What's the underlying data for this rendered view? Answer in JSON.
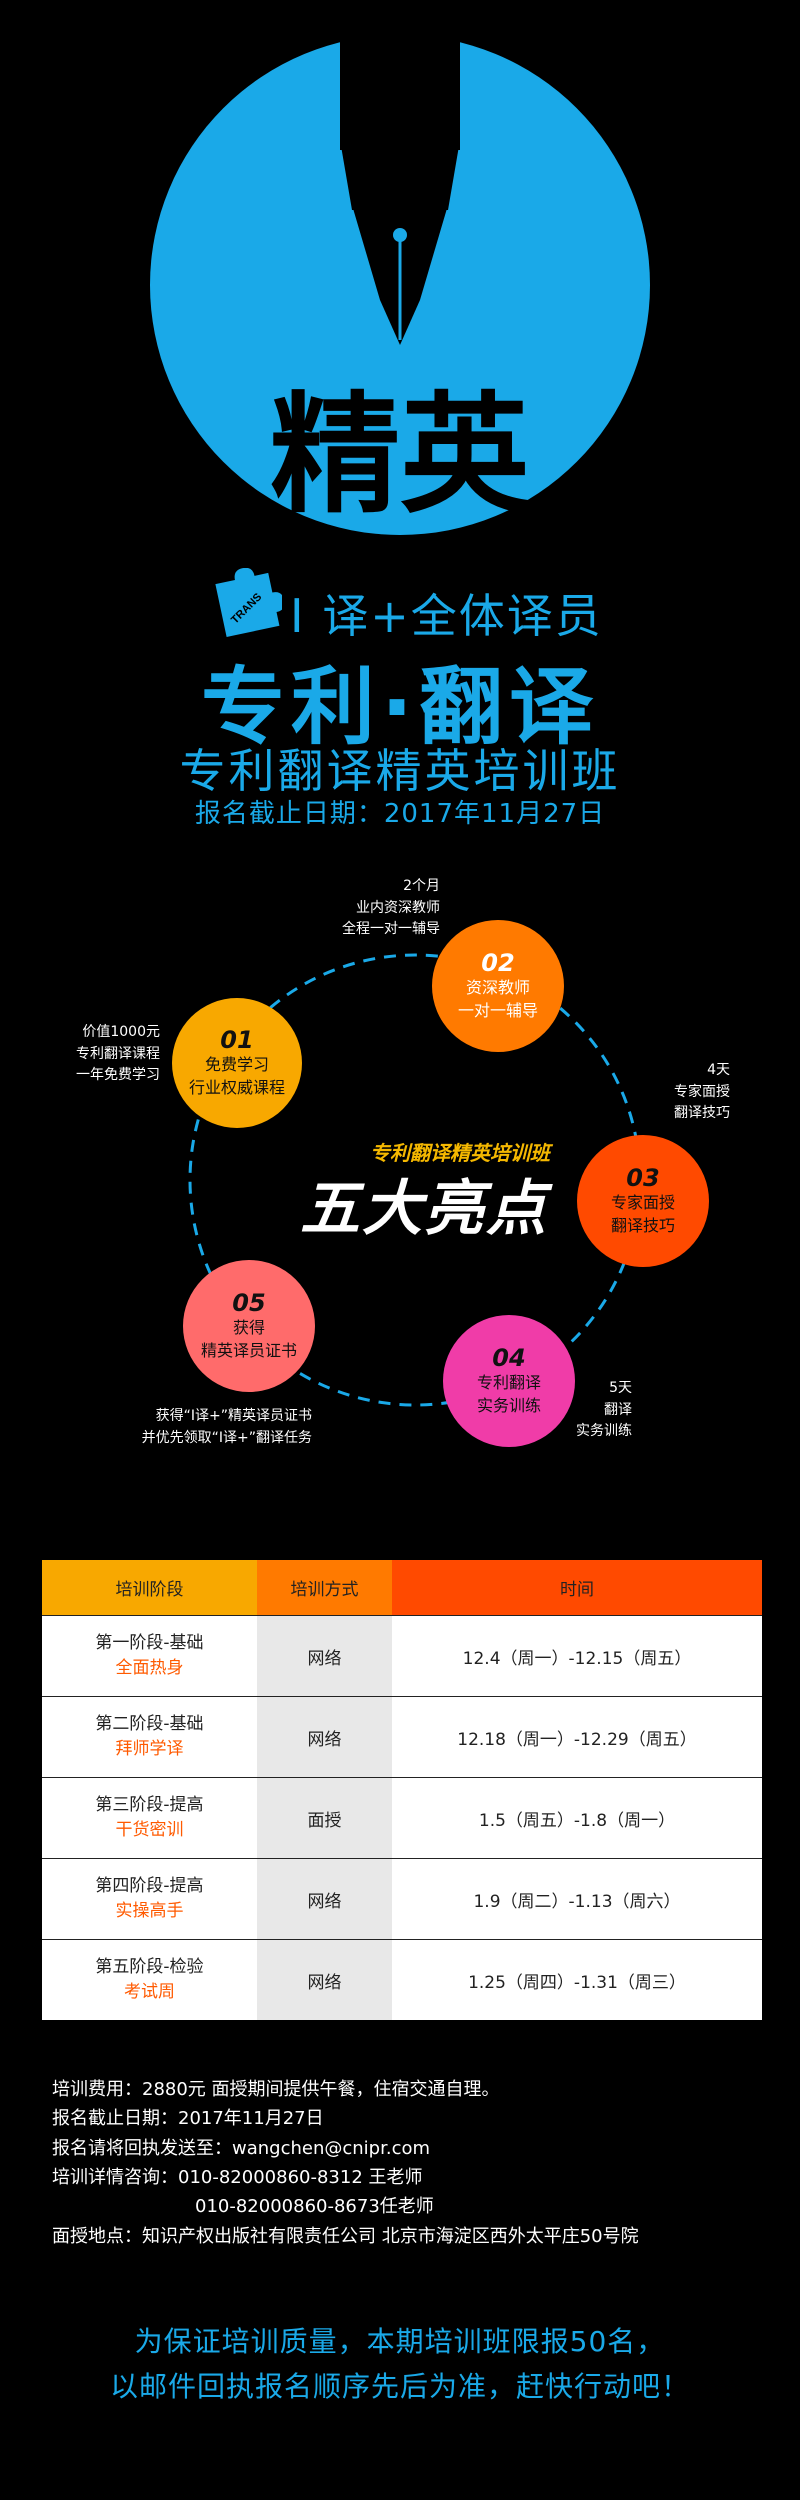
{
  "hero": {
    "circle_color": "#1aa9e8",
    "title_calligraphy": "精英"
  },
  "logo": {
    "puzzle_label": "TRANS",
    "line1": "I 译+全体译员",
    "line2": "专利·翻译",
    "line3": "专利翻译精英培训班",
    "line4": "报名截止日期：2017年11月27日",
    "color": "#1aa9e8"
  },
  "highlights": {
    "center_sub": "专利翻译精英培训班",
    "center_main": "五大亮点",
    "items": [
      {
        "num": "01",
        "text1": "免费学习",
        "text2": "行业权威课程",
        "color": "#f8a800",
        "note": [
          "价值1000元",
          "专利翻译课程",
          "一年免费学习"
        ]
      },
      {
        "num": "02",
        "text1": "资深教师",
        "text2": "一对一辅导",
        "color": "#ff7a00",
        "note": [
          "2个月",
          "业内资深教师",
          "全程一对一辅导"
        ]
      },
      {
        "num": "03",
        "text1": "专家面授",
        "text2": "翻译技巧",
        "color": "#ff4a00",
        "note": [
          "4天",
          "专家面授",
          "翻译技巧"
        ]
      },
      {
        "num": "04",
        "text1": "专利翻译",
        "text2": "实务训练",
        "color": "#f03ca8",
        "note": [
          "5天",
          "翻译",
          "实务训练"
        ]
      },
      {
        "num": "05",
        "text1": "获得",
        "text2": "精英译员证书",
        "color": "#ff6b6b",
        "note": [
          "获得“I译+”精英译员证书",
          "并优先领取“I译+”翻译任务"
        ]
      }
    ]
  },
  "table": {
    "headers": [
      "培训阶段",
      "培训方式",
      "时间"
    ],
    "header_colors": [
      "#f8a800",
      "#ff7a00",
      "#ff4a00"
    ],
    "rows": [
      {
        "stage": "第一阶段-基础",
        "sub": "全面热身",
        "mode": "网络",
        "time": "12.4（周一）-12.15（周五）"
      },
      {
        "stage": "第二阶段-基础",
        "sub": "拜师学译",
        "mode": "网络",
        "time": "12.18（周一）-12.29（周五）"
      },
      {
        "stage": "第三阶段-提高",
        "sub": "干货密训",
        "mode": "面授",
        "time": "1.5（周五）-1.8（周一）"
      },
      {
        "stage": "第四阶段-提高",
        "sub": "实操高手",
        "mode": "网络",
        "time": "1.9（周二）-1.13（周六）"
      },
      {
        "stage": "第五阶段-检验",
        "sub": "考试周",
        "mode": "网络",
        "time": "1.25（周四）-1.31（周三）"
      }
    ]
  },
  "info": {
    "fee": "培训费用：2880元 面授期间提供午餐，住宿交通自理。",
    "deadline": "报名截止日期：2017年11月27日",
    "email": "报名请将回执发送至：wangchen@cnipr.com",
    "phone1": "培训详情咨询：010-82000860-8312 王老师",
    "phone2": "010-82000860-8673任老师",
    "address": "面授地点：知识产权出版社有限责任公司 北京市海淀区西外太平庄50号院"
  },
  "cta": {
    "line1": "为保证培训质量，本期培训班限报50名，",
    "line2": "以邮件回执报名顺序先后为准，赶快行动吧！"
  }
}
